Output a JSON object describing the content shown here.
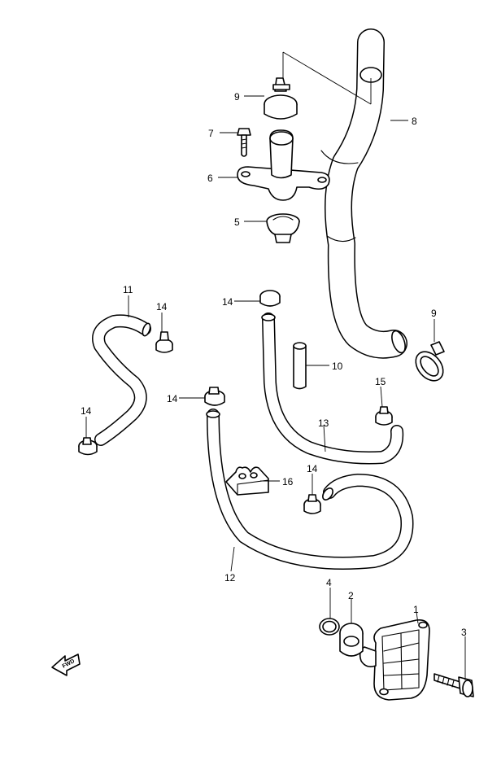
{
  "diagram": {
    "labels": {
      "p1": "1",
      "p2": "2",
      "p3": "3",
      "p4": "4",
      "p5": "5",
      "p6": "6",
      "p7": "7",
      "p8": "8",
      "p9a": "9",
      "p9b": "9",
      "p10": "10",
      "p11": "11",
      "p12": "12",
      "p13": "13",
      "p14a": "14",
      "p14b": "14",
      "p14c": "14",
      "p14d": "14",
      "p14e": "14",
      "p15": "15",
      "p16": "16"
    },
    "fwd_label": "FWD"
  }
}
